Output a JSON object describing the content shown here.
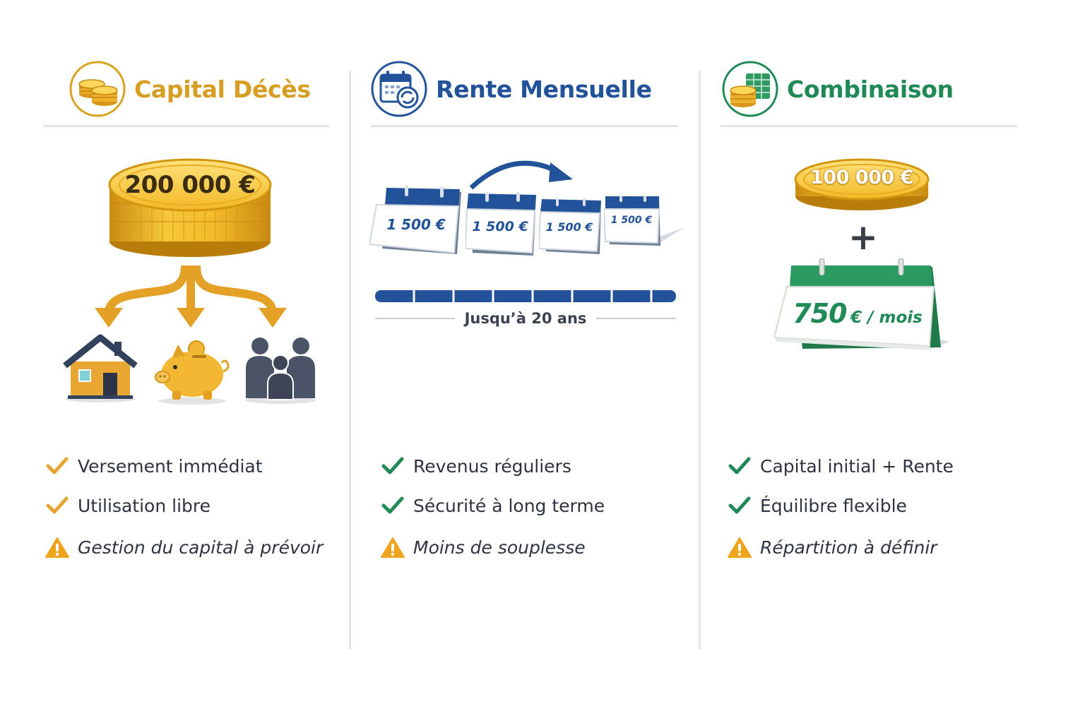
{
  "colors": {
    "gold": "#d9a11d",
    "gold_title": "#d69e22",
    "blue": "#22539a",
    "green": "#1f8a55",
    "check_gold": "#e6a532",
    "check_green": "#1f8a55",
    "warning": "#f0a41c",
    "text": "#2d3440"
  },
  "columns": [
    {
      "title": "Capital Décès",
      "icon": "coin-stack-icon",
      "amount": "200 000 €",
      "beneficiary_icons": [
        "house-icon",
        "piggy-bank-icon",
        "family-icon"
      ],
      "features": [
        {
          "text": "Versement immédiat",
          "icon": "check-icon"
        },
        {
          "text": "Utilisation libre",
          "icon": "check-icon"
        },
        {
          "text": "Gestion du capital à prévoir",
          "icon": "warning-icon"
        }
      ]
    },
    {
      "title": "Rente Mensuelle",
      "icon": "calendar-refresh-icon",
      "calendars": [
        "1 500 €",
        "1 500 €",
        "1 500 €",
        "1 500 €"
      ],
      "duration_label": "Jusqu’à 20 ans",
      "features": [
        {
          "text": "Revenus réguliers",
          "icon": "check-icon"
        },
        {
          "text": "Sécurité à long terme",
          "icon": "check-icon"
        },
        {
          "text": "Moins de souplesse",
          "icon": "warning-icon"
        }
      ]
    },
    {
      "title": "Combinaison",
      "icon": "coins-and-chart-icon",
      "coin_amount": "100 000 €",
      "plus": "+",
      "calendar_amount": "750",
      "calendar_unit": "€ / mois",
      "features": [
        {
          "text": "Capital initial + Rente",
          "icon": "check-icon"
        },
        {
          "text": "Équilibre flexible",
          "icon": "check-icon"
        },
        {
          "text": "Répartition à définir",
          "icon": "warning-icon"
        }
      ]
    }
  ]
}
